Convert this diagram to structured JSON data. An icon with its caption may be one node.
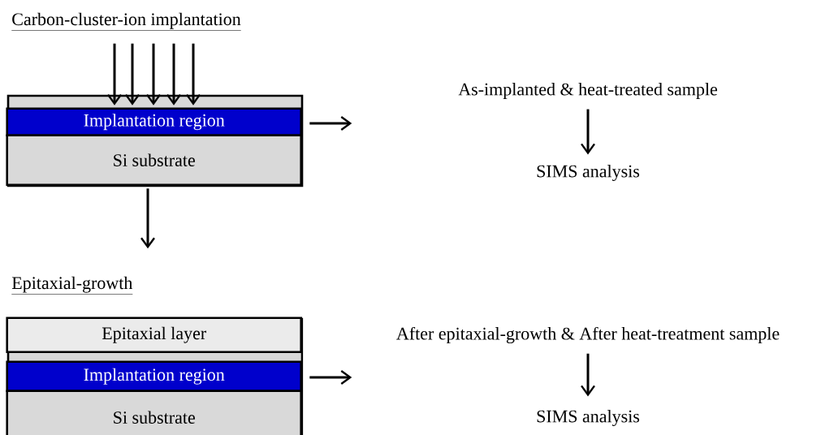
{
  "diagram": {
    "nodes": [
      {
        "text": [],
        "shape": "box"
      },
      {
        "text": [
          "Implantation region"
        ],
        "in": 0
      },
      {
        "text": [
          "Si substrate"
        ],
        "in": 0
      },
      {
        "text": [
          "As-implanted & heat-treated sample"
        ]
      },
      {
        "text": [
          "SIMS analysis"
        ]
      },
      {
        "text": [],
        "shape": "box"
      },
      {
        "text": [
          "Epitaxial layer"
        ],
        "in": 5
      },
      {
        "text": [
          "Implantation region"
        ],
        "in": 5
      },
      {
        "text": [
          "Si substrate"
        ],
        "in": 5
      },
      {
        "text": [
          "After epitaxial-growth & After heat-treatment sample"
        ]
      },
      {
        "text": [
          "SIMS analysis"
        ]
      }
    ],
    "edges": [
      {
        "from": 0,
        "to": null,
        "arrow": "to"
      },
      {
        "from": 3,
        "to": 4,
        "arrow": "to"
      },
      {
        "from": 0,
        "to": null,
        "arrow": "to"
      },
      {
        "from": 5,
        "to": null,
        "arrow": "to"
      },
      {
        "from": 9,
        "to": 10,
        "arrow": "to"
      },
      {
        "from": null,
        "to": 0,
        "arrow": "to"
      },
      {
        "from": null,
        "to": 0,
        "arrow": "to"
      },
      {
        "from": null,
        "to": 0,
        "arrow": "to"
      },
      {
        "from": null,
        "to": 0,
        "arrow": "to"
      },
      {
        "from": null,
        "to": 0,
        "arrow": "to"
      }
    ],
    "labels": [
      "Carbon-cluster-ion implantation",
      "Epitaxial-growth"
    ]
  }
}
